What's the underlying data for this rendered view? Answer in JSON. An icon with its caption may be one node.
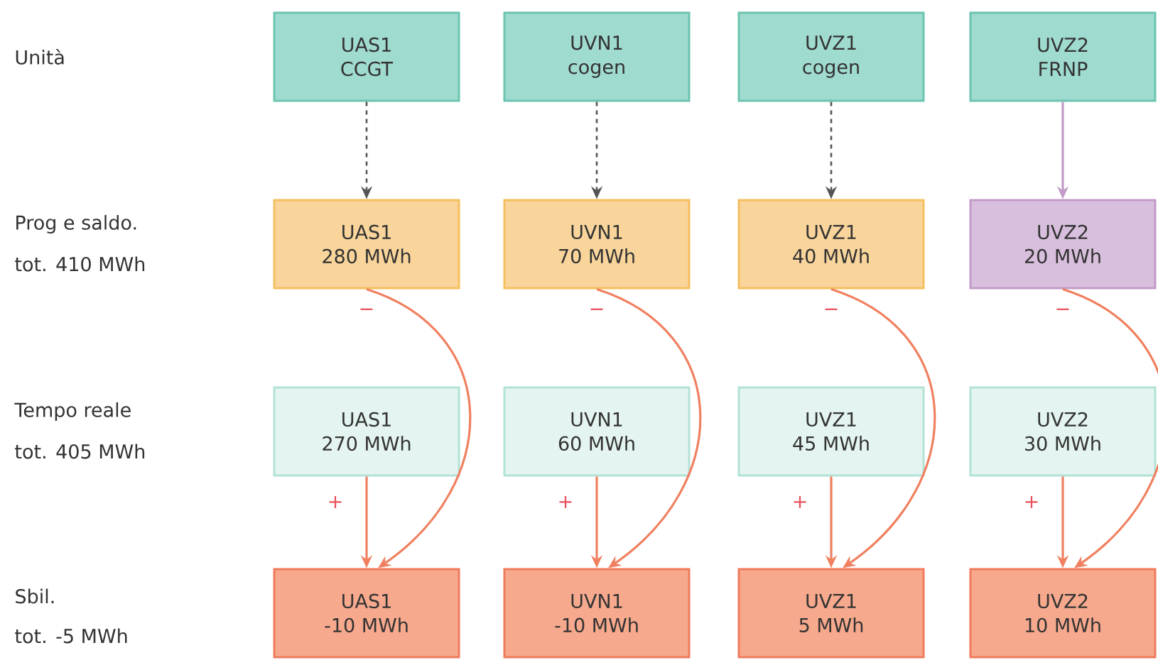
{
  "diagram": {
    "nodes": [
      {
        "text": [
          "UAS1",
          "CCGT"
        ]
      },
      {
        "text": [
          "UVN1",
          "cogen"
        ]
      },
      {
        "text": [
          "UVZ1",
          "cogen"
        ]
      },
      {
        "text": [
          "UVZ2",
          "FRNP"
        ]
      },
      {
        "text": [
          "UAS1",
          "280 MWh"
        ]
      },
      {
        "text": [
          "UVN1",
          "70 MWh"
        ]
      },
      {
        "text": [
          "UVZ1",
          "40 MWh"
        ]
      },
      {
        "text": [
          "UVZ2",
          "20 MWh"
        ]
      },
      {
        "text": [
          "UAS1",
          "270 MWh"
        ]
      },
      {
        "text": [
          "UVN1",
          "60 MWh"
        ]
      },
      {
        "text": [
          "UVZ1",
          "45 MWh"
        ]
      },
      {
        "text": [
          "UVZ2",
          "30 MWh"
        ]
      },
      {
        "text": [
          "UAS1",
          "-10 MWh"
        ]
      },
      {
        "text": [
          "UVN1",
          "-10 MWh"
        ]
      },
      {
        "text": [
          "UVZ1",
          "5 MWh"
        ]
      },
      {
        "text": [
          "UVZ2",
          "10 MWh"
        ]
      }
    ],
    "edges": [
      {
        "from": 0,
        "to": 4,
        "arrow": "to",
        "style": "dashed",
        "color": "#555555"
      },
      {
        "from": 1,
        "to": 5,
        "arrow": "to",
        "style": "dashed",
        "color": "#555555"
      },
      {
        "from": 2,
        "to": 6,
        "arrow": "to",
        "style": "dashed",
        "color": "#555555"
      },
      {
        "from": 3,
        "to": 7,
        "arrow": "to",
        "color": "#c39bc9"
      },
      {
        "from": 4,
        "to": 12,
        "arrow": "to",
        "label": "−"
      },
      {
        "from": 8,
        "to": 12,
        "arrow": "to",
        "label": "+"
      },
      {
        "from": 5,
        "to": 13,
        "arrow": "to",
        "label": "−"
      },
      {
        "from": 9,
        "to": 13,
        "arrow": "to",
        "label": "+"
      },
      {
        "from": 6,
        "to": 14,
        "arrow": "to",
        "label": "−"
      },
      {
        "from": 10,
        "to": 14,
        "arrow": "to",
        "label": "+"
      },
      {
        "from": 7,
        "to": 15,
        "arrow": "to",
        "label": "−"
      },
      {
        "from": 11,
        "to": 15,
        "arrow": "to",
        "label": "+"
      }
    ],
    "labels": [
      "Unità",
      "Prog e saldo.",
      "tot. 410 MWh",
      "Tempo reale",
      "tot. 405 MWh",
      "Sbil.",
      "tot. -5 MWh"
    ]
  }
}
